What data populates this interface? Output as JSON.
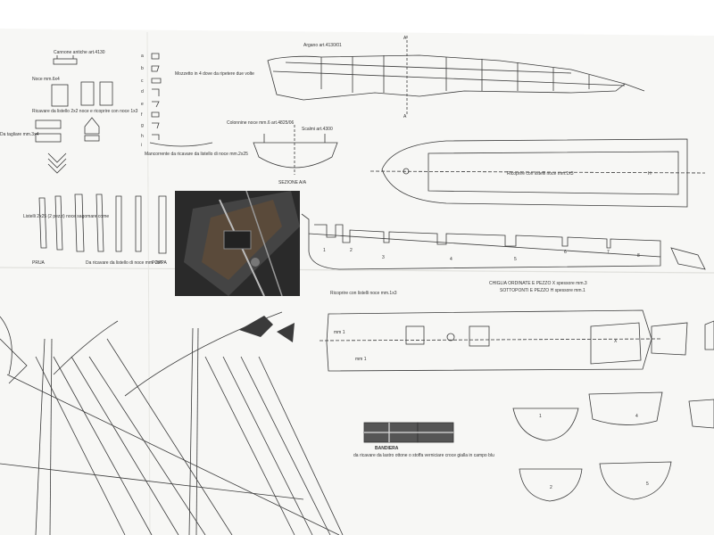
{
  "sheet": {
    "labels": {
      "chiglia": "CHIGLIA ORDINATE E PEZZO X spessore mm.3",
      "sottoponti": "SOTTOPONTI E PEZZO H spessore mm.1",
      "ricoprire_top": "Ricoprire con listelli noce mm.1x3",
      "ricoprire_deck": "Ricoprire con listelli noce mm.1x3",
      "sezione": "SEZIONE A/A",
      "prua": "PRUA",
      "poppa": "POPPA",
      "da_ricavare": "Da ricavare da listello di noce mm. 2x6",
      "mancorrente": "Mancorrente da ricavare da listello di noce mm.2x25",
      "bandiera_title": "BANDIERA",
      "bandiera_desc": "da ricavare da lastro ottone o stoffa verniciare croce gialla in campo blu",
      "mm1_left": "mm 1",
      "mm1_right": "mm 1",
      "mark_H": "H",
      "mark_X": "X",
      "mark_A_top": "A",
      "mark_A_bottom": "A",
      "ord": [
        "1",
        "2",
        "3",
        "4",
        "5",
        "6",
        "7",
        "8"
      ],
      "frame_1": "1",
      "frame_2": "2",
      "frame_4": "4",
      "frame_5": "5",
      "letters": [
        "a",
        "b",
        "c",
        "d",
        "e",
        "f",
        "g",
        "h",
        "i"
      ],
      "argano": "Argano art.4130/01",
      "colonnine": "Colonnine noce mm.6 art.4825/06",
      "scalmi": "Scalmi art.4300",
      "cavalletto": "Cannone antiche art.4130",
      "noce": "Noce mm.6x4",
      "mozzetto": "Mozzetto in 4 dove da ripetere due volte",
      "ricavare_lat": "Ricavare da listello 2x2 noce e ricoprire con noce 1x3",
      "tagliare": "Da tagliare mm.3x4",
      "listelli": "Listelli 2x25 (2 pezzi) noce sagomare come"
    },
    "colors": {
      "paper": "#f7f7f5",
      "ink": "#3a3a3a",
      "photo_bg": "#2a2a2a"
    }
  }
}
